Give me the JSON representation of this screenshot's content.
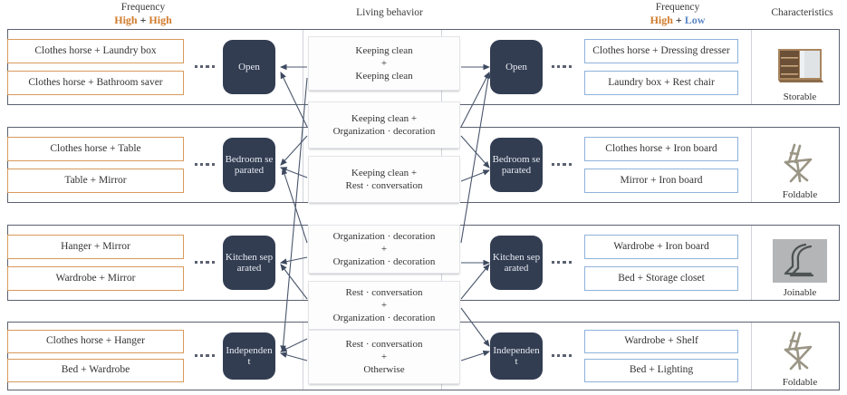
{
  "headers": {
    "left": {
      "line1": "Frequency",
      "part1": "High",
      "plus": " + ",
      "part2": "High"
    },
    "center": {
      "title": "Living behavior"
    },
    "right": {
      "line1": "Frequency",
      "part1": "High",
      "plus": " + ",
      "part2": "Low"
    },
    "characteristics": {
      "title": "Characteristics"
    }
  },
  "colors": {
    "high": "#d07a2a",
    "low": "#5b85c4",
    "node": "#323d52",
    "orange_border": "#d99a5c",
    "blue_border": "#8fb2da",
    "row_border": "#5b6170"
  },
  "rows": [
    {
      "left_pairs": [
        "Clothes horse + Laundry box",
        "Clothes horse + Bathroom saver"
      ],
      "left_node": "Open",
      "right_node": "Open",
      "right_pairs": [
        "Clothes horse + Dressing dresser",
        "Laundry box + Rest chair"
      ],
      "characteristic": {
        "label": "Storable",
        "icon": "storable-cabinet-icon"
      }
    },
    {
      "left_pairs": [
        "Clothes horse + Table",
        "Table + Mirror"
      ],
      "left_node": "Bedroom separated",
      "right_node": "Bedroom separated",
      "right_pairs": [
        "Clothes horse + Iron board",
        "Mirror + Iron board"
      ],
      "characteristic": {
        "label": "Foldable",
        "icon": "foldable-chair-icon"
      }
    },
    {
      "left_pairs": [
        "Hanger + Mirror",
        "Wardrobe + Mirror"
      ],
      "left_node": "Kitchen separated",
      "right_node": "Kitchen separated",
      "right_pairs": [
        "Wardrobe + Iron board",
        "Bed + Storage closet"
      ],
      "characteristic": {
        "label": "Joinable",
        "icon": "joinable-chair-icon"
      }
    },
    {
      "left_pairs": [
        "Clothes horse + Hanger",
        "Bed + Wardrobe"
      ],
      "left_node": "Independent",
      "right_node": "Independent",
      "right_pairs": [
        "Wardrobe + Shelf",
        "Bed + Lighting"
      ],
      "characteristic": {
        "label": "Foldable",
        "icon": "foldable-chair-icon"
      }
    }
  ],
  "behaviors": [
    "Keeping clean\n+\nKeeping clean",
    "Keeping clean +\nOrganization · decoration",
    "Keeping clean +\nRest · conversation",
    "Organization · decoration\n+\nOrganization · decoration",
    "Rest · conversation\n+\nOrganization · decoration",
    "Rest · conversation\n+\nOtherwise"
  ]
}
